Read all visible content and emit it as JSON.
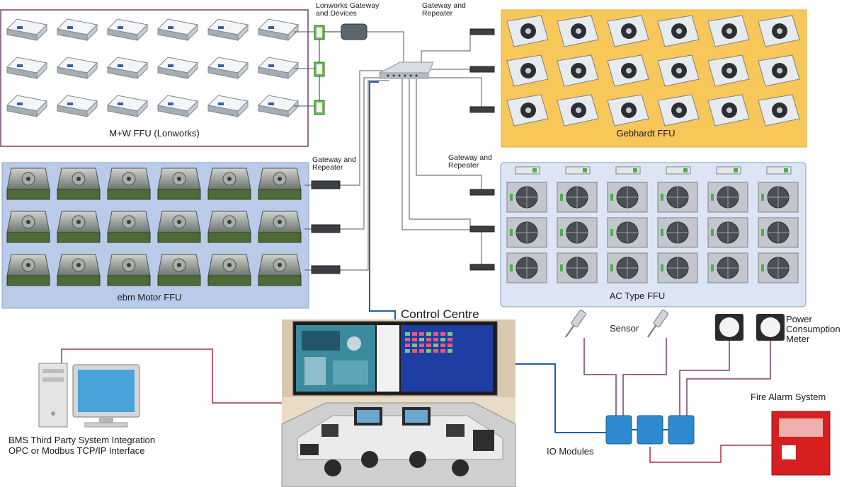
{
  "groups": {
    "mw": {
      "caption": "M+W FFU (Lonworks)",
      "rows": 3,
      "cols": 6
    },
    "ebm": {
      "caption": "ebm Motor FFU",
      "rows": 3,
      "cols": 6
    },
    "gebhardt": {
      "caption": "Gebhardt FFU",
      "rows": 3,
      "cols": 6
    },
    "ac": {
      "caption": "AC Type FFU",
      "rows": 3,
      "cols": 6
    }
  },
  "labels": {
    "lonworks_gateway": [
      "Lonworks Gateway",
      "and Devices"
    ],
    "gateway_top": [
      "Gateway and",
      "Repeater"
    ],
    "gateway_left": [
      "Gateway and",
      "Repeater"
    ],
    "gateway_right": [
      "Gateway and",
      "Repeater"
    ],
    "control_centre": "Control Centre",
    "sensor": "Sensor",
    "power_meter": [
      "Power",
      "Consumption",
      "Meter"
    ],
    "fire_alarm": "Fire Alarm System",
    "io_modules": "IO Modules",
    "bms": [
      "BMS  Third Party System Integration",
      "OPC or Modbus TCP/IP Interface"
    ]
  },
  "colors": {
    "mw_border": "#7a3d6e",
    "ebm_fill": "#b9cbe8",
    "gebhardt_fill": "#f7c75a",
    "ac_fill": "#dbe5f3",
    "wire_gray": "#555555",
    "wire_blue": "#1f5fb0",
    "wire_red": "#a5323f",
    "fire_red": "#d62020"
  }
}
